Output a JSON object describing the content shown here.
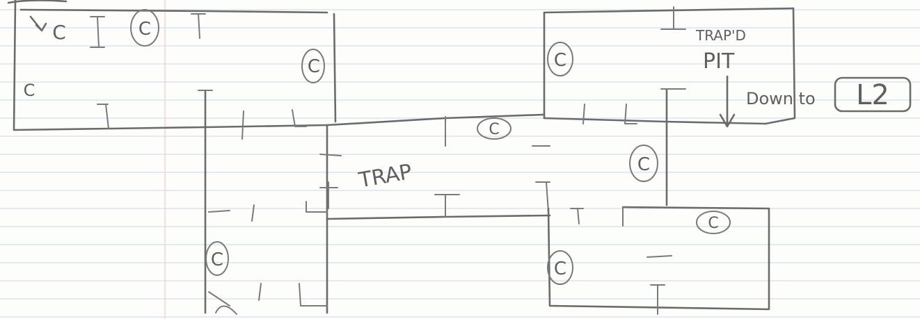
{
  "map": {
    "marker_c": "C",
    "label_trap": "TRAP",
    "label_trapped_line1": "TRAP'D",
    "label_trapped_line2": "PIT",
    "label_down_to": "Down to",
    "label_level": "L2"
  }
}
